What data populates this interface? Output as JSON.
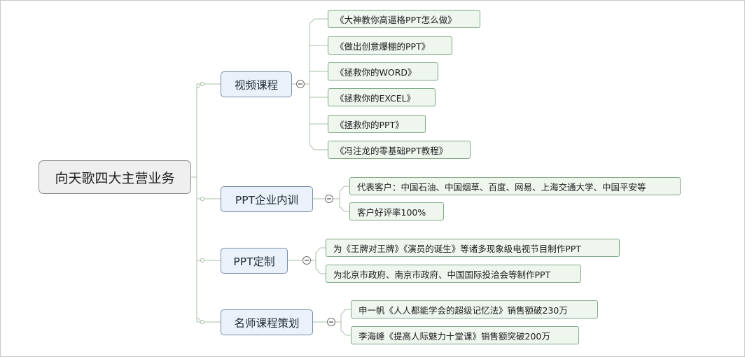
{
  "root": {
    "label": "向天歌四大主营业务"
  },
  "branches": [
    {
      "label": "视频课程",
      "children": [
        "《大神教你高逼格PPT怎么做》",
        "《做出创意爆棚的PPT》",
        "《拯救你的WORD》",
        "《拯救你的EXCEL》",
        "《拯救你的PPT》",
        "《冯注龙的零基础PPT教程》"
      ]
    },
    {
      "label": "PPT企业内训",
      "children": [
        "代表客户：中国石油、中国烟草、百度、网易、上海交通大学、中国平安等",
        "客户好评率100%"
      ]
    },
    {
      "label": "PPT定制",
      "children": [
        "为《王牌对王牌》《演员的诞生》等诸多现象级电视节目制作PPT",
        "为北京市政府、南京市政府、中国国际投洽会等制作PPT"
      ]
    },
    {
      "label": "名师课程策划",
      "children": [
        "申一帆《人人都能学会的超级记忆法》销售额破230万",
        "李海峰《提高人际魅力十堂课》销售额突破200万"
      ]
    }
  ],
  "colors": {
    "connector": "#a9bfa9",
    "root_fill": "#efefef",
    "branch_fill": "#eaf1fa",
    "leaf_fill": "#eef6ee"
  },
  "icons": {
    "collapse": "minus-circle-icon",
    "branch_joint": "small-circle-icon"
  }
}
